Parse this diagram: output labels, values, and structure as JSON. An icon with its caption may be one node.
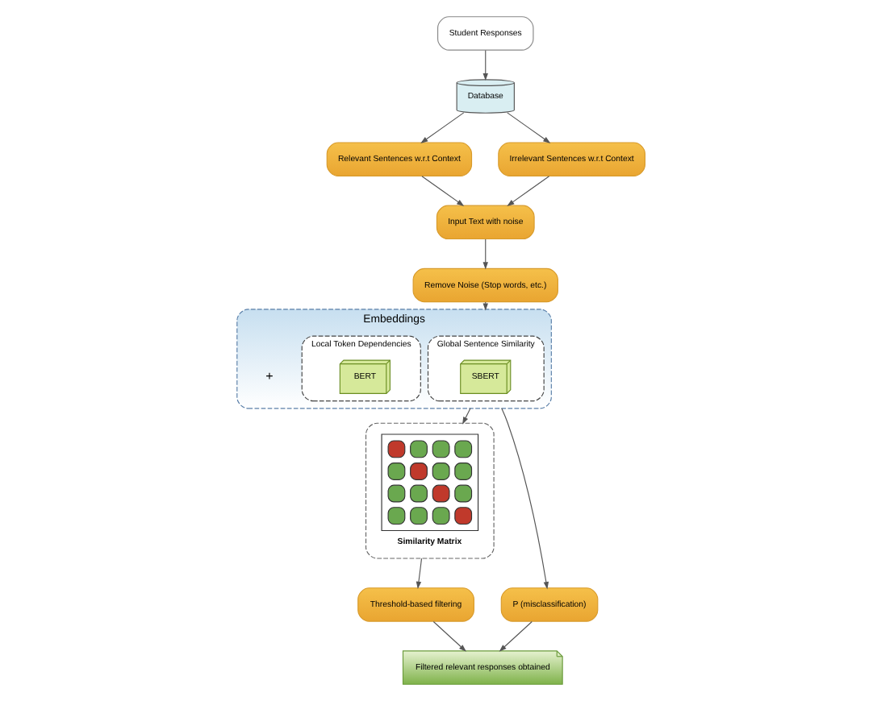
{
  "diagram": {
    "nodes": [
      {
        "text": [
          "Input Text with noise"
        ]
      },
      {
        "text": [
          "Remove Noise (Stop words, etc.)"
        ]
      },
      {
        "text": [
          "Relevant Sentences w.r.t Context"
        ]
      },
      {
        "text": [
          "Irrelevant Sentences w.r.t Context"
        ]
      },
      {
        "text": [
          "Database"
        ]
      },
      {
        "text": [
          "Student Responses"
        ]
      },
      {
        "text": [
          "Embeddings"
        ]
      },
      {
        "text": [
          "Global Sentence Similarity"
        ],
        "in": 6
      },
      {
        "text": [
          "SBERT"
        ],
        "in": 7
      },
      {
        "text": [
          "Local Token Dependencies"
        ],
        "in": 6
      },
      {
        "text": [
          "BERT"
        ],
        "in": 9
      },
      {
        "text": [
          "Similarity Matrix"
        ]
      },
      {
        "text": [
          "P (misclassification)"
        ]
      },
      {
        "text": [
          "Filtered relevant responses obtained"
        ]
      },
      {
        "text": [
          "Threshold-based filtering"
        ]
      }
    ],
    "edges": [
      {
        "from": 2,
        "to": 0,
        "arrow": "to"
      },
      {
        "from": 3,
        "to": 0,
        "arrow": "to"
      },
      {
        "from": 4,
        "to": 2,
        "arrow": "to"
      },
      {
        "from": 4,
        "to": 3,
        "arrow": "to"
      },
      {
        "from": 5,
        "to": 4,
        "arrow": "to"
      },
      {
        "from": 0,
        "to": 1,
        "arrow": "to"
      },
      {
        "from": 1,
        "to": 6,
        "arrow": "to"
      },
      {
        "from": 6,
        "to": 11,
        "arrow": "to"
      },
      {
        "from": 6,
        "to": 12,
        "arrow": "to"
      },
      {
        "from": 12,
        "to": 13,
        "arrow": "to"
      },
      {
        "from": 11,
        "to": 14,
        "arrow": "to"
      },
      {
        "from": 14,
        "to": 13,
        "arrow": "to"
      }
    ],
    "labels": [
      "+"
    ]
  }
}
